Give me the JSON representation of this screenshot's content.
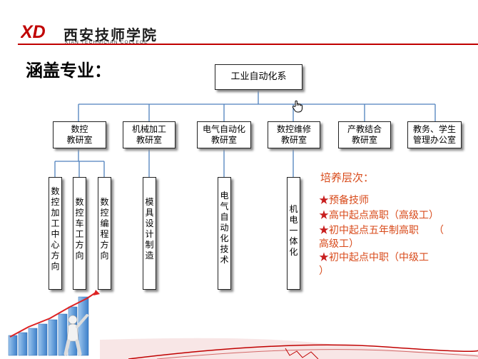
{
  "logo": {
    "mark": "XD",
    "name_cn": "西安技师学院",
    "name_en": "XIAN TECHNICIAN COLLEGE"
  },
  "heading": "涵盖专业：",
  "root": "工业自动化系",
  "departments": [
    "数控\n教研室",
    "机械加工\n教研室",
    "电气自动化\n教研室",
    "数控维修\n教研室",
    "产教结合\n教研室",
    "教务、学生\n管理办公室"
  ],
  "majors": [
    "数控加工中心方向",
    "数控车工方向",
    "数控编程方向",
    "模具设计制造",
    "电气自动化技术",
    "机电一体化"
  ],
  "training": {
    "title": "培养层次：",
    "items": [
      "预备技师",
      "高中起点高职（高级工）",
      "初中起点五年制高职　　（",
      "高级工）",
      "初中起点中职（中级工",
      "）"
    ]
  },
  "colors": {
    "accent_red": "#c00000",
    "training_text": "#d84a1a",
    "star": "#c81e1e",
    "line": "#4f81bd"
  },
  "icons": [
    "hand-cursor-icon",
    "growth-chart-icon"
  ]
}
